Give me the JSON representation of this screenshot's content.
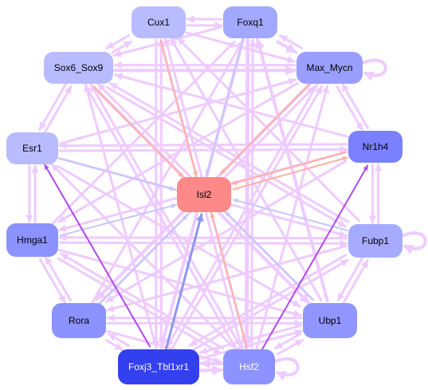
{
  "nodes": [
    {
      "id": "Cux1",
      "label": "Cux1",
      "fill": "#b8bcff",
      "text_color": "#000000"
    },
    {
      "id": "Foxq1",
      "label": "Foxq1",
      "fill": "#a3a8ff",
      "text_color": "#000000"
    },
    {
      "id": "Sox6_Sox9",
      "label": "Sox6_Sox9",
      "fill": "#b8bcff",
      "text_color": "#000000"
    },
    {
      "id": "Max_Mycn",
      "label": "Max_Mycn",
      "fill": "#9a9fff",
      "text_color": "#000000"
    },
    {
      "id": "Esr1",
      "label": "Esr1",
      "fill": "#b8bcff",
      "text_color": "#000000"
    },
    {
      "id": "Nr1h4",
      "label": "Nr1h4",
      "fill": "#7a80ff",
      "text_color": "#000000"
    },
    {
      "id": "Isl2",
      "label": "Isl2",
      "fill": "#ff8888",
      "text_color": "#000000"
    },
    {
      "id": "Hmga1",
      "label": "Hmga1",
      "fill": "#8c92ff",
      "text_color": "#000000"
    },
    {
      "id": "Fubp1",
      "label": "Fubp1",
      "fill": "#a6abff",
      "text_color": "#000000"
    },
    {
      "id": "Rora",
      "label": "Rora",
      "fill": "#8c92ff",
      "text_color": "#000000"
    },
    {
      "id": "Ubp1",
      "label": "Ubp1",
      "fill": "#9196ff",
      "text_color": "#000000"
    },
    {
      "id": "Foxj3_Tbl1xr1",
      "label": "Foxj3_Tbl1xr1",
      "fill": "#3340f0",
      "text_color": "#ffffff"
    },
    {
      "id": "Hsf2",
      "label": "Hsf2",
      "fill": "#8c92ff",
      "text_color": "#ffffff"
    }
  ],
  "edge_colors": {
    "default": "#eecbff",
    "strong": "#b048f0",
    "to_hub_blue": "#c4c8f8",
    "to_hub_red": "#ffb0a6",
    "foxj3_hub": "#8c96f0"
  },
  "edges": [
    {
      "from": "Cux1",
      "to": "Isl2",
      "color": "to_hub_red",
      "weight": 2
    },
    {
      "from": "Foxq1",
      "to": "Isl2",
      "color": "to_hub_blue",
      "weight": 2
    },
    {
      "from": "Sox6_Sox9",
      "to": "Isl2",
      "color": "to_hub_red",
      "weight": 2
    },
    {
      "from": "Max_Mycn",
      "to": "Isl2",
      "color": "to_hub_red",
      "weight": 2
    },
    {
      "from": "Esr1",
      "to": "Isl2",
      "color": "to_hub_blue",
      "weight": 2
    },
    {
      "from": "Nr1h4",
      "to": "Isl2",
      "color": "to_hub_red",
      "weight": 2
    },
    {
      "from": "Hmga1",
      "to": "Isl2",
      "color": "to_hub_blue",
      "weight": 2
    },
    {
      "from": "Fubp1",
      "to": "Isl2",
      "color": "to_hub_blue",
      "weight": 2
    },
    {
      "from": "Rora",
      "to": "Isl2",
      "color": "to_hub_blue",
      "weight": 2
    },
    {
      "from": "Ubp1",
      "to": "Isl2",
      "color": "to_hub_blue",
      "weight": 2
    },
    {
      "from": "Foxj3_Tbl1xr1",
      "to": "Isl2",
      "color": "foxj3_hub",
      "weight": 3
    },
    {
      "from": "Hsf2",
      "to": "Isl2",
      "color": "to_hub_red",
      "weight": 2
    },
    {
      "from": "Isl2",
      "to": "Nr1h4",
      "color": "to_hub_red",
      "weight": 2
    },
    {
      "from": "Foxj3_Tbl1xr1",
      "to": "Esr1",
      "color": "strong",
      "weight": 2
    },
    {
      "from": "Hsf2",
      "to": "Nr1h4",
      "color": "strong",
      "weight": 2
    },
    {
      "from": "Cux1",
      "to": "Foxq1",
      "color": "default",
      "weight": 3
    },
    {
      "from": "Foxq1",
      "to": "Cux1",
      "color": "default",
      "weight": 3
    },
    {
      "from": "Cux1",
      "to": "Sox6_Sox9",
      "color": "default",
      "weight": 3
    },
    {
      "from": "Sox6_Sox9",
      "to": "Cux1",
      "color": "default",
      "weight": 3
    },
    {
      "from": "Foxq1",
      "to": "Max_Mycn",
      "color": "default",
      "weight": 4
    },
    {
      "from": "Max_Mycn",
      "to": "Foxq1",
      "color": "default",
      "weight": 3
    },
    {
      "from": "Sox6_Sox9",
      "to": "Esr1",
      "color": "default",
      "weight": 3
    },
    {
      "from": "Esr1",
      "to": "Sox6_Sox9",
      "color": "default",
      "weight": 3
    },
    {
      "from": "Max_Mycn",
      "to": "Nr1h4",
      "color": "default",
      "weight": 3
    },
    {
      "from": "Nr1h4",
      "to": "Max_Mycn",
      "color": "default",
      "weight": 3
    },
    {
      "from": "Esr1",
      "to": "Hmga1",
      "color": "default",
      "weight": 3
    },
    {
      "from": "Hmga1",
      "to": "Esr1",
      "color": "default",
      "weight": 3
    },
    {
      "from": "Nr1h4",
      "to": "Fubp1",
      "color": "default",
      "weight": 3
    },
    {
      "from": "Fubp1",
      "to": "Nr1h4",
      "color": "default",
      "weight": 3
    },
    {
      "from": "Hmga1",
      "to": "Rora",
      "color": "default",
      "weight": 3
    },
    {
      "from": "Rora",
      "to": "Hmga1",
      "color": "default",
      "weight": 3
    },
    {
      "from": "Fubp1",
      "to": "Ubp1",
      "color": "default",
      "weight": 3
    },
    {
      "from": "Ubp1",
      "to": "Fubp1",
      "color": "default",
      "weight": 3
    },
    {
      "from": "Rora",
      "to": "Foxj3_Tbl1xr1",
      "color": "default",
      "weight": 3
    },
    {
      "from": "Foxj3_Tbl1xr1",
      "to": "Rora",
      "color": "default",
      "weight": 3
    },
    {
      "from": "Ubp1",
      "to": "Hsf2",
      "color": "default",
      "weight": 3
    },
    {
      "from": "Hsf2",
      "to": "Ubp1",
      "color": "default",
      "weight": 3
    },
    {
      "from": "Foxj3_Tbl1xr1",
      "to": "Hsf2",
      "color": "default",
      "weight": 4
    },
    {
      "from": "Hsf2",
      "to": "Foxj3_Tbl1xr1",
      "color": "default",
      "weight": 4
    },
    {
      "from": "Sox6_Sox9",
      "to": "Max_Mycn",
      "color": "default",
      "weight": 4
    },
    {
      "from": "Max_Mycn",
      "to": "Sox6_Sox9",
      "color": "default",
      "weight": 3
    },
    {
      "from": "Cux1",
      "to": "Max_Mycn",
      "color": "default",
      "weight": 3
    },
    {
      "from": "Foxq1",
      "to": "Sox6_Sox9",
      "color": "default",
      "weight": 3
    },
    {
      "from": "Esr1",
      "to": "Nr1h4",
      "color": "default",
      "weight": 3
    },
    {
      "from": "Hmga1",
      "to": "Fubp1",
      "color": "default",
      "weight": 3
    },
    {
      "from": "Fubp1",
      "to": "Hmga1",
      "color": "default",
      "weight": 3
    },
    {
      "from": "Rora",
      "to": "Ubp1",
      "color": "default",
      "weight": 3
    },
    {
      "from": "Ubp1",
      "to": "Rora",
      "color": "default",
      "weight": 3
    },
    {
      "from": "Foxq1",
      "to": "Hsf2",
      "color": "default",
      "weight": 5
    },
    {
      "from": "Hsf2",
      "to": "Foxq1",
      "color": "default",
      "weight": 3
    },
    {
      "from": "Foxq1",
      "to": "Foxj3_Tbl1xr1",
      "color": "default",
      "weight": 4
    },
    {
      "from": "Cux1",
      "to": "Hsf2",
      "color": "default",
      "weight": 3
    },
    {
      "from": "Cux1",
      "to": "Foxj3_Tbl1xr1",
      "color": "default",
      "weight": 3
    },
    {
      "from": "Max_Mycn",
      "to": "Rora",
      "color": "default",
      "weight": 4
    },
    {
      "from": "Rora",
      "to": "Max_Mycn",
      "color": "default",
      "weight": 3
    },
    {
      "from": "Max_Mycn",
      "to": "Foxj3_Tbl1xr1",
      "color": "default",
      "weight": 3
    },
    {
      "from": "Max_Mycn",
      "to": "Hmga1",
      "color": "default",
      "weight": 3
    },
    {
      "from": "Sox6_Sox9",
      "to": "Ubp1",
      "color": "default",
      "weight": 4
    },
    {
      "from": "Ubp1",
      "to": "Sox6_Sox9",
      "color": "default",
      "weight": 3
    },
    {
      "from": "Sox6_Sox9",
      "to": "Hsf2",
      "color": "default",
      "weight": 3
    },
    {
      "from": "Sox6_Sox9",
      "to": "Fubp1",
      "color": "default",
      "weight": 3
    },
    {
      "from": "Esr1",
      "to": "Ubp1",
      "color": "default",
      "weight": 3
    },
    {
      "from": "Esr1",
      "to": "Fubp1",
      "color": "default",
      "weight": 3
    },
    {
      "from": "Nr1h4",
      "to": "Hmga1",
      "color": "default",
      "weight": 3
    },
    {
      "from": "Nr1h4",
      "to": "Rora",
      "color": "default",
      "weight": 3
    },
    {
      "from": "Fubp1",
      "to": "Rora",
      "color": "default",
      "weight": 3
    },
    {
      "from": "Fubp1",
      "to": "Foxj3_Tbl1xr1",
      "color": "default",
      "weight": 3
    },
    {
      "from": "Hmga1",
      "to": "Ubp1",
      "color": "default",
      "weight": 3
    },
    {
      "from": "Hmga1",
      "to": "Hsf2",
      "color": "default",
      "weight": 3
    },
    {
      "from": "Rora",
      "to": "Hsf2",
      "color": "default",
      "weight": 3
    },
    {
      "from": "Ubp1",
      "to": "Foxj3_Tbl1xr1",
      "color": "default",
      "weight": 3
    },
    {
      "from": "Ubp1",
      "to": "Foxq1",
      "color": "default",
      "weight": 4
    },
    {
      "from": "Ubp1",
      "to": "Cux1",
      "color": "default",
      "weight": 3
    },
    {
      "from": "Fubp1",
      "to": "Cux1",
      "color": "default",
      "weight": 3
    },
    {
      "from": "Fubp1",
      "to": "Sox6_Sox9",
      "color": "default",
      "weight": 3
    },
    {
      "from": "Nr1h4",
      "to": "Sox6_Sox9",
      "color": "default",
      "weight": 3
    },
    {
      "from": "Nr1h4",
      "to": "Esr1",
      "color": "default",
      "weight": 3
    },
    {
      "from": "Rora",
      "to": "Foxq1",
      "color": "default",
      "weight": 3
    },
    {
      "from": "Hmga1",
      "to": "Foxq1",
      "color": "default",
      "weight": 3
    },
    {
      "from": "Esr1",
      "to": "Max_Mycn",
      "color": "default",
      "weight": 3
    },
    {
      "from": "Hsf2",
      "to": "Sox6_Sox9",
      "color": "default",
      "weight": 3
    },
    {
      "from": "Foxj3_Tbl1xr1",
      "to": "Sox6_Sox9",
      "color": "default",
      "weight": 3
    },
    {
      "from": "Foxj3_Tbl1xr1",
      "to": "Max_Mycn",
      "color": "default",
      "weight": 3
    },
    {
      "from": "Foxj3_Tbl1xr1",
      "to": "Cux1",
      "color": "default",
      "weight": 3
    },
    {
      "from": "Foxj3_Tbl1xr1",
      "to": "Fubp1",
      "color": "default",
      "weight": 3
    },
    {
      "from": "Foxj3_Tbl1xr1",
      "to": "Ubp1",
      "color": "default",
      "weight": 3
    },
    {
      "from": "Hsf2",
      "to": "Esr1",
      "color": "default",
      "weight": 3
    },
    {
      "from": "Hsf2",
      "to": "Hmga1",
      "color": "default",
      "weight": 3
    },
    {
      "from": "Hsf2",
      "to": "Cux1",
      "color": "default",
      "weight": 3
    },
    {
      "from": "Hsf2",
      "to": "Max_Mycn",
      "color": "default",
      "weight": 3
    }
  ],
  "self_loops": [
    "Max_Mycn",
    "Fubp1",
    "Hsf2"
  ]
}
